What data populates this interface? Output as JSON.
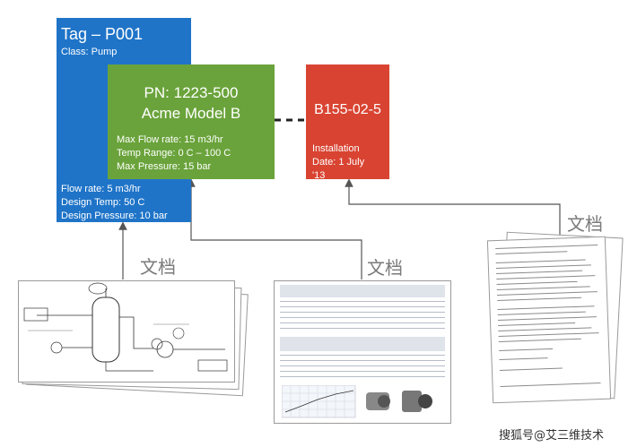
{
  "tag": {
    "title": "Tag – P001",
    "class_text": "Class: Pump",
    "props": [
      "Flow rate: 5 m3/hr",
      "Design Temp: 50 C",
      "Design Pressure: 10 bar"
    ],
    "color": "#1f74c8"
  },
  "product": {
    "pn": "PN: 1223-500",
    "model": "Acme Model B",
    "props": [
      "Max Flow rate: 15 m3/hr",
      "Temp Range: 0 C – 100 C",
      "Max Pressure: 15 bar"
    ],
    "color": "#6aa33b"
  },
  "serial": {
    "title": "B155-02-5",
    "props": [
      "Installation",
      "Date: 1 July",
      "'13"
    ],
    "color": "#d94432"
  },
  "doc_labels": [
    "文档",
    "文档",
    "文档"
  ],
  "footer": {
    "brand": "搜狐号@艾三维技术"
  }
}
